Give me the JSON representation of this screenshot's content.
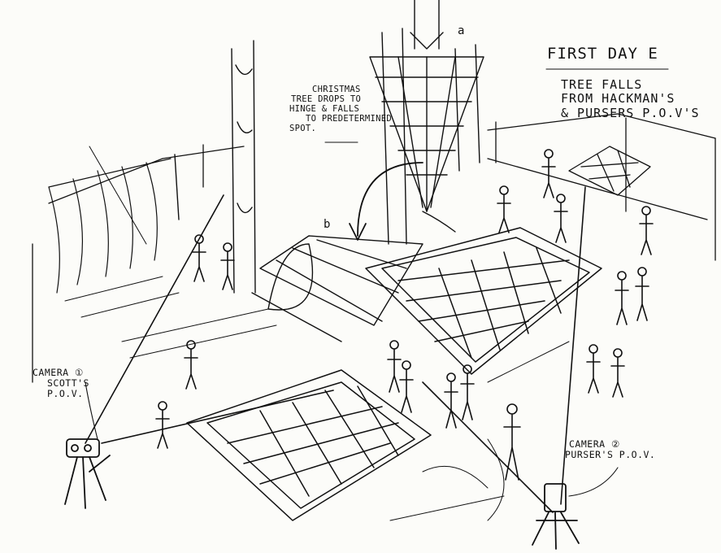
{
  "annotations": {
    "title": "FIRST DAY E",
    "subtitle": [
      "TREE FALLS",
      "FROM HACKMAN'S",
      "& PURSERS P.O.V'S"
    ],
    "tree_note": [
      "CHRISTMAS",
      "TREE DROPS TO",
      "HINGE & FALLS",
      "TO PREDETERMINED",
      "SPOT."
    ],
    "camera_1": [
      "CAMERA ①",
      "SCOTT'S",
      "P.O.V."
    ],
    "camera_2": [
      "CAMERA ②",
      "PURSER'S P.O.V."
    ],
    "point_a": "a",
    "point_b": "b"
  },
  "colors": {
    "ink": "#111111",
    "paper": "#fcfcf9"
  }
}
